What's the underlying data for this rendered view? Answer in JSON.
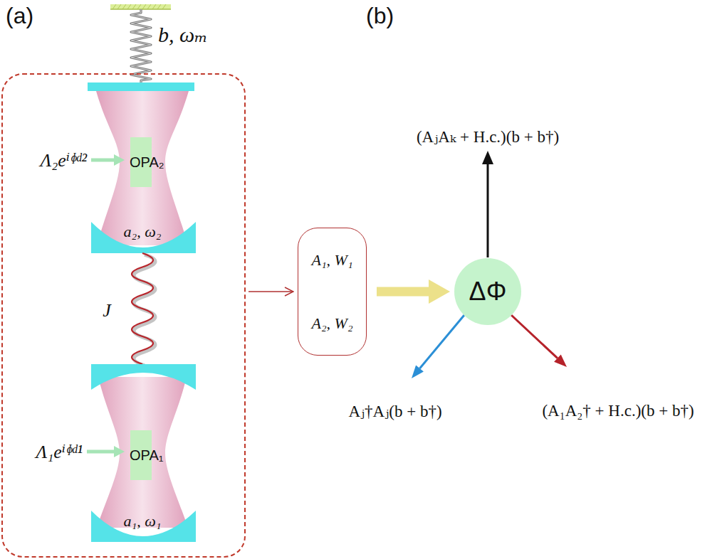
{
  "diagram": {
    "nodes": [
      {
        "text": [
          "Λ₂eⁱᶲᵈ²",
          "a₂, ω₂",
          "J",
          "Λ₁eⁱᶲᵈ¹",
          "a₁, ω₁"
        ]
      },
      {
        "text": [
          "OPA₂"
        ],
        "in": 0
      },
      {
        "text": [
          "OPA₁"
        ],
        "in": 0
      },
      {
        "text": [
          "A₁, W₁",
          "A₂, W₂"
        ]
      },
      {
        "text": [
          "ΔΦ"
        ]
      }
    ],
    "edges": [
      {
        "from": 0,
        "to": 3,
        "arrow": "to"
      },
      {
        "from": 3,
        "to": 4,
        "arrow": "to"
      }
    ],
    "labels": [
      "(a)",
      "b, ωₘ",
      "(b)",
      "(AⱼAₖ + H.c.)(b + b†)",
      "Aⱼ†Aⱼ(b + b†)",
      "(A₁A₂† + H.c.)(b + b†)"
    ]
  }
}
